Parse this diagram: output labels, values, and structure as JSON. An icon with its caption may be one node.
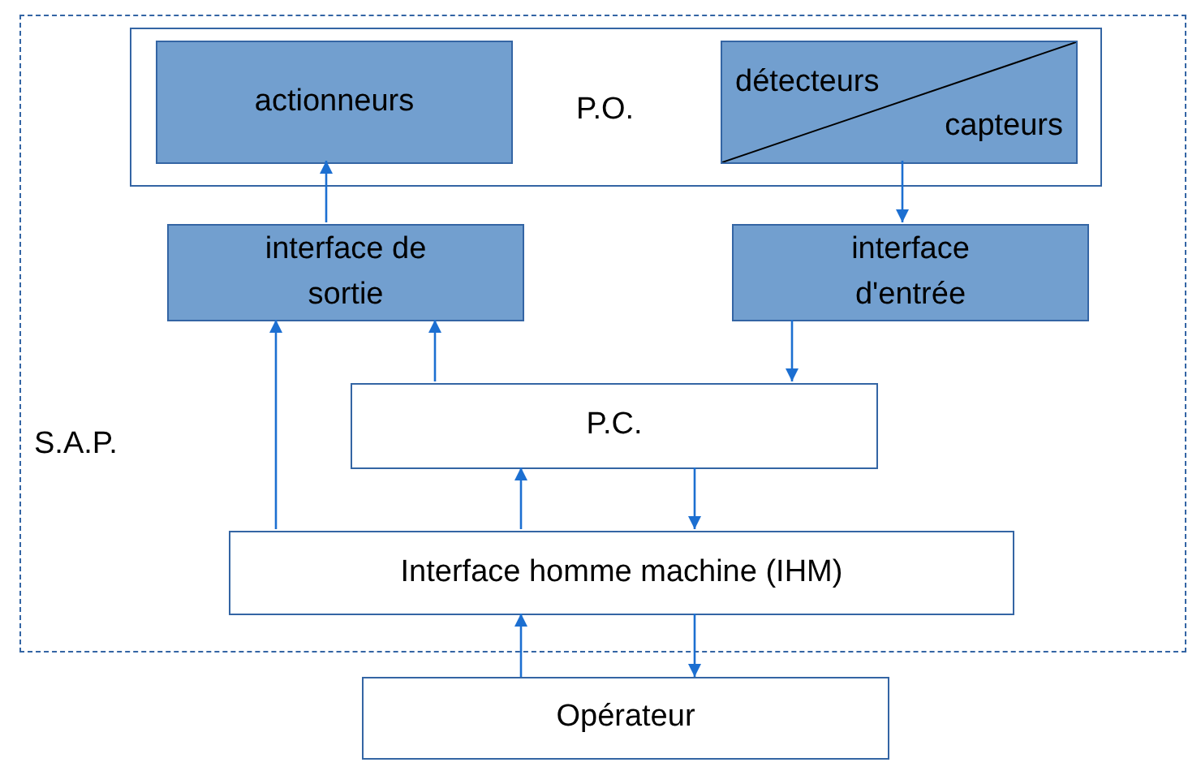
{
  "diagram": {
    "nodes": [
      {
        "text": [
          "S.A.P."
        ]
      },
      {
        "text": [
          "P.O."
        ],
        "in": 0
      },
      {
        "text": [
          "actionneurs"
        ],
        "in": 1
      },
      {
        "text": [
          "détecteurs",
          "capteurs"
        ],
        "in": 1
      },
      {
        "text": [
          "interface de sortie"
        ],
        "in": 0
      },
      {
        "text": [
          "interface d'entrée"
        ],
        "in": 0
      },
      {
        "text": [
          "P.C."
        ],
        "in": 0
      },
      {
        "text": [
          "Interface homme machine (IHM)"
        ],
        "in": 0
      },
      {
        "text": [
          "Opérateur"
        ]
      }
    ],
    "edges": [
      {
        "from": 4,
        "to": 2,
        "arrow": "to"
      },
      {
        "from": 3,
        "to": 5,
        "arrow": "to"
      },
      {
        "from": 7,
        "to": 4,
        "arrow": "to"
      },
      {
        "from": 6,
        "to": 4,
        "arrow": "to"
      },
      {
        "from": 5,
        "to": 6,
        "arrow": "to"
      },
      {
        "from": 7,
        "to": 6,
        "arrow": "to"
      },
      {
        "from": 6,
        "to": 7,
        "arrow": "to"
      },
      {
        "from": 8,
        "to": 7,
        "arrow": "to"
      },
      {
        "from": 7,
        "to": 8,
        "arrow": "to"
      }
    ]
  }
}
